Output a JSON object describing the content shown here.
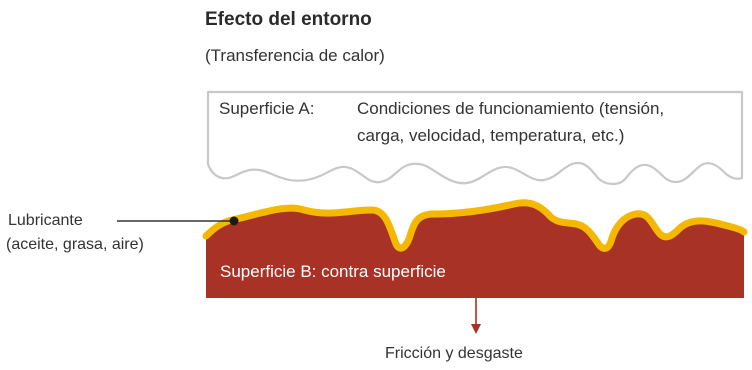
{
  "diagram": {
    "title": "Efecto del entorno",
    "subtitle": "(Transferencia de calor)",
    "surface_a": {
      "label": "Superficie A:",
      "conditions_line1": "Condiciones de funcionamiento (tensión,",
      "conditions_line2": "carga, velocidad, temperatura, etc.)"
    },
    "lubricant": {
      "line1": "Lubricante",
      "line2": "(aceite, grasa, aire)"
    },
    "surface_b": {
      "label": "Superficie B: contra superficie"
    },
    "output": {
      "label": "Fricción y desgaste"
    }
  },
  "colors": {
    "surface_b_fill": "#a93226",
    "lubricant_fill": "#f5b800",
    "surface_a_stroke": "#c8c8c8",
    "text": "#333333",
    "arrow": "#a93226"
  }
}
